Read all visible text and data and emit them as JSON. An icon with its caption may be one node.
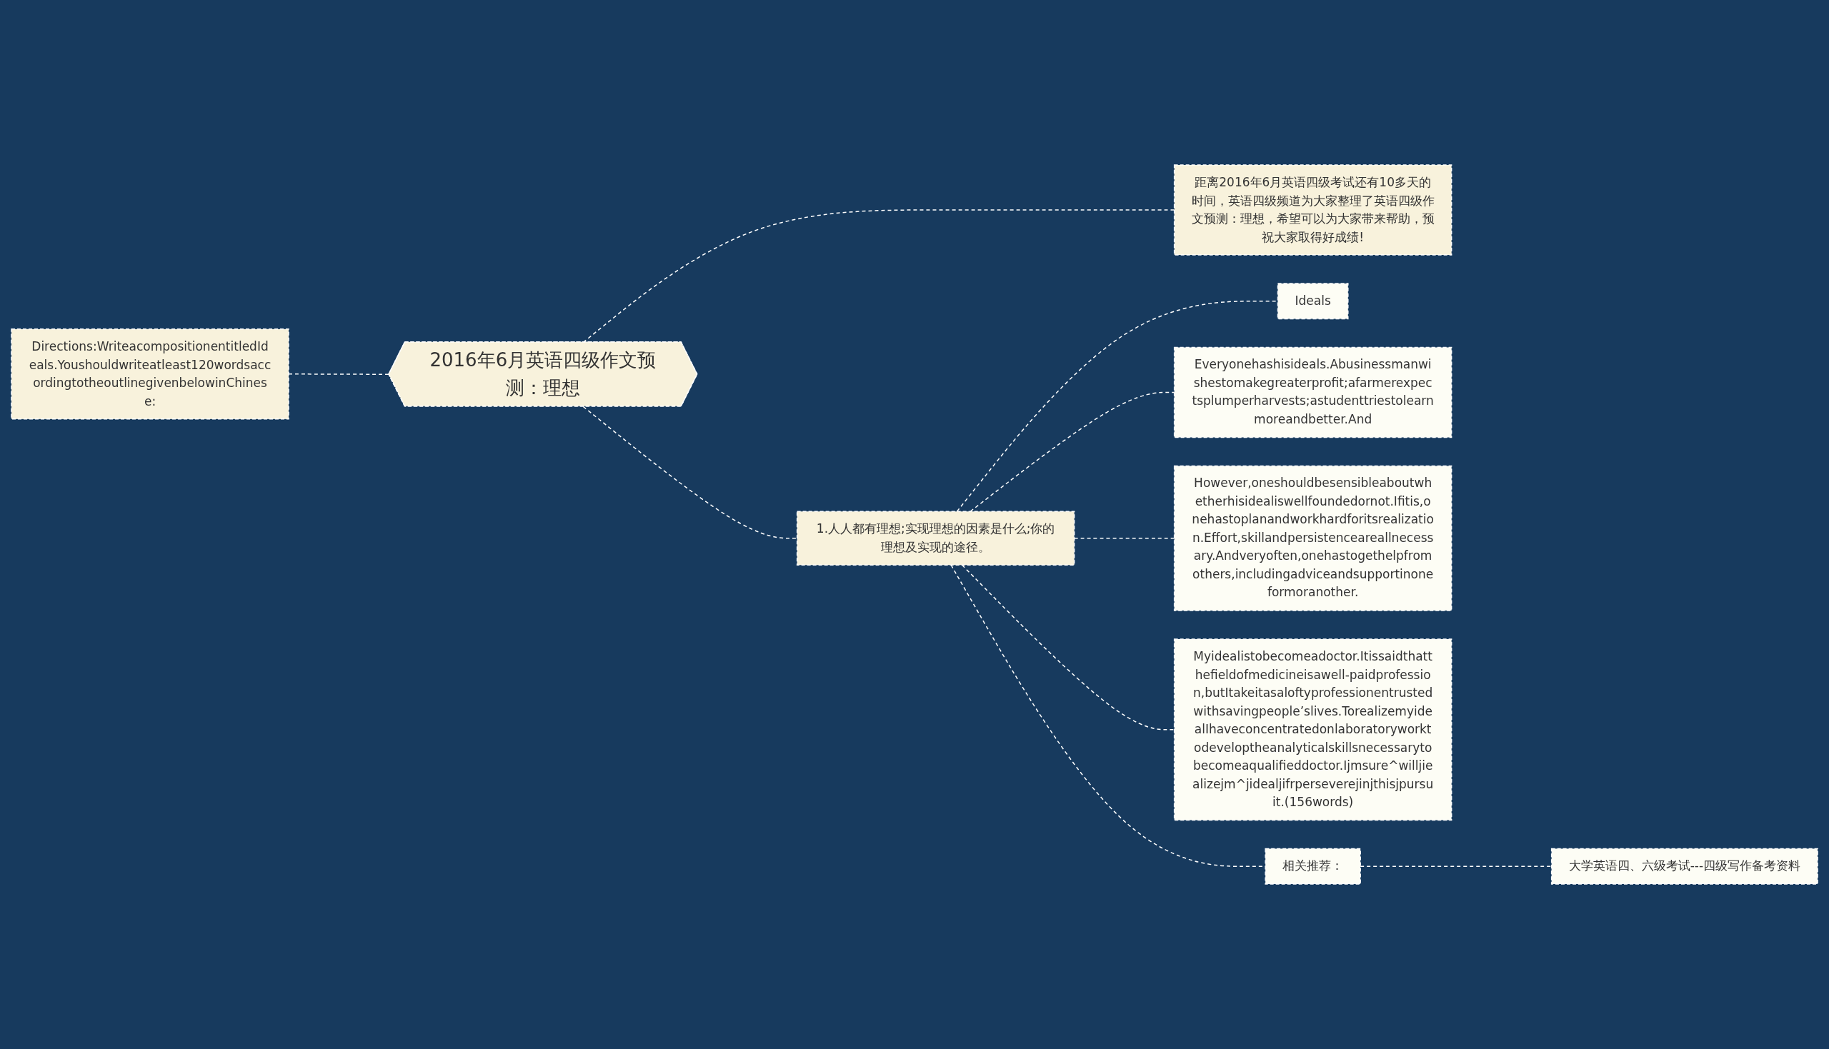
{
  "diagram": {
    "nodes": [
      {
        "text": [
          "Directions:WriteacompositionentitledIdeals.Youshouldwriteatleast120wordsaccordingtotheoutlinegivenbelowinChinese:"
        ]
      },
      {
        "text": [
          "2016年6月英语四级作文预测：理想"
        ]
      },
      {
        "text": [
          "距离2016年6月英语四级考试还有10多天的时间，英语四级频道为大家整理了英语四级作文预测：理想，希望可以为大家带来帮助，预祝大家取得好成绩!"
        ]
      },
      {
        "text": [
          "1.人人都有理想;实现理想的因素是什么;你的理想及实现的途径。"
        ]
      },
      {
        "text": [
          "Ideals"
        ]
      },
      {
        "text": [
          "Everyonehashisideals.Abusinessmanwishestomakegreaterprofit;afarmerexpectsplumperharvests;astudenttriestolearnmoreandbetter.And"
        ]
      },
      {
        "text": [
          "However,oneshouldbesensibleaboutwhetherhisidealiswellfoundedornot.Ifitis,onehastoplanandworkhardforitsrealization.Effort,skillandpersistenceareallnecessary.Andveryoften,onehastogethelpfromothers,includingadviceandsupportinoneformoranother."
        ]
      },
      {
        "text": [
          "Myidealistobecomeadoctor.Itissaidthatthefieldofmedicineisawell-paidprofession,butItakeitasaloftyprofessionentrustedwithsavingpeople’slives.TorealizemyidealIhaveconcentratedonlaboratoryworktodeveloptheanalyticalskillsnecessarytobecomeaqualifieddoctor.Ijmsure^willjiealizejm^jidealjifrperseverejinjthisjpursuit.(156words)"
        ]
      },
      {
        "text": [
          "相关推荐："
        ]
      },
      {
        "text": [
          "大学英语四、六级考试---四级写作备考资料"
        ]
      }
    ],
    "edges": [
      {
        "from": 0,
        "to": 1,
        "arrow": "none",
        "style": "dashed"
      },
      {
        "from": 1,
        "to": 2,
        "arrow": "none",
        "style": "dashed"
      },
      {
        "from": 1,
        "to": 3,
        "arrow": "none",
        "style": "dashed"
      },
      {
        "from": 3,
        "to": 4,
        "arrow": "none",
        "style": "dashed"
      },
      {
        "from": 3,
        "to": 5,
        "arrow": "none",
        "style": "dashed"
      },
      {
        "from": 3,
        "to": 6,
        "arrow": "none",
        "style": "dashed"
      },
      {
        "from": 3,
        "to": 7,
        "arrow": "none",
        "style": "dashed"
      },
      {
        "from": 3,
        "to": 8,
        "arrow": "none",
        "style": "dashed"
      },
      {
        "from": 8,
        "to": 9,
        "arrow": "none",
        "style": "dashed"
      }
    ]
  }
}
